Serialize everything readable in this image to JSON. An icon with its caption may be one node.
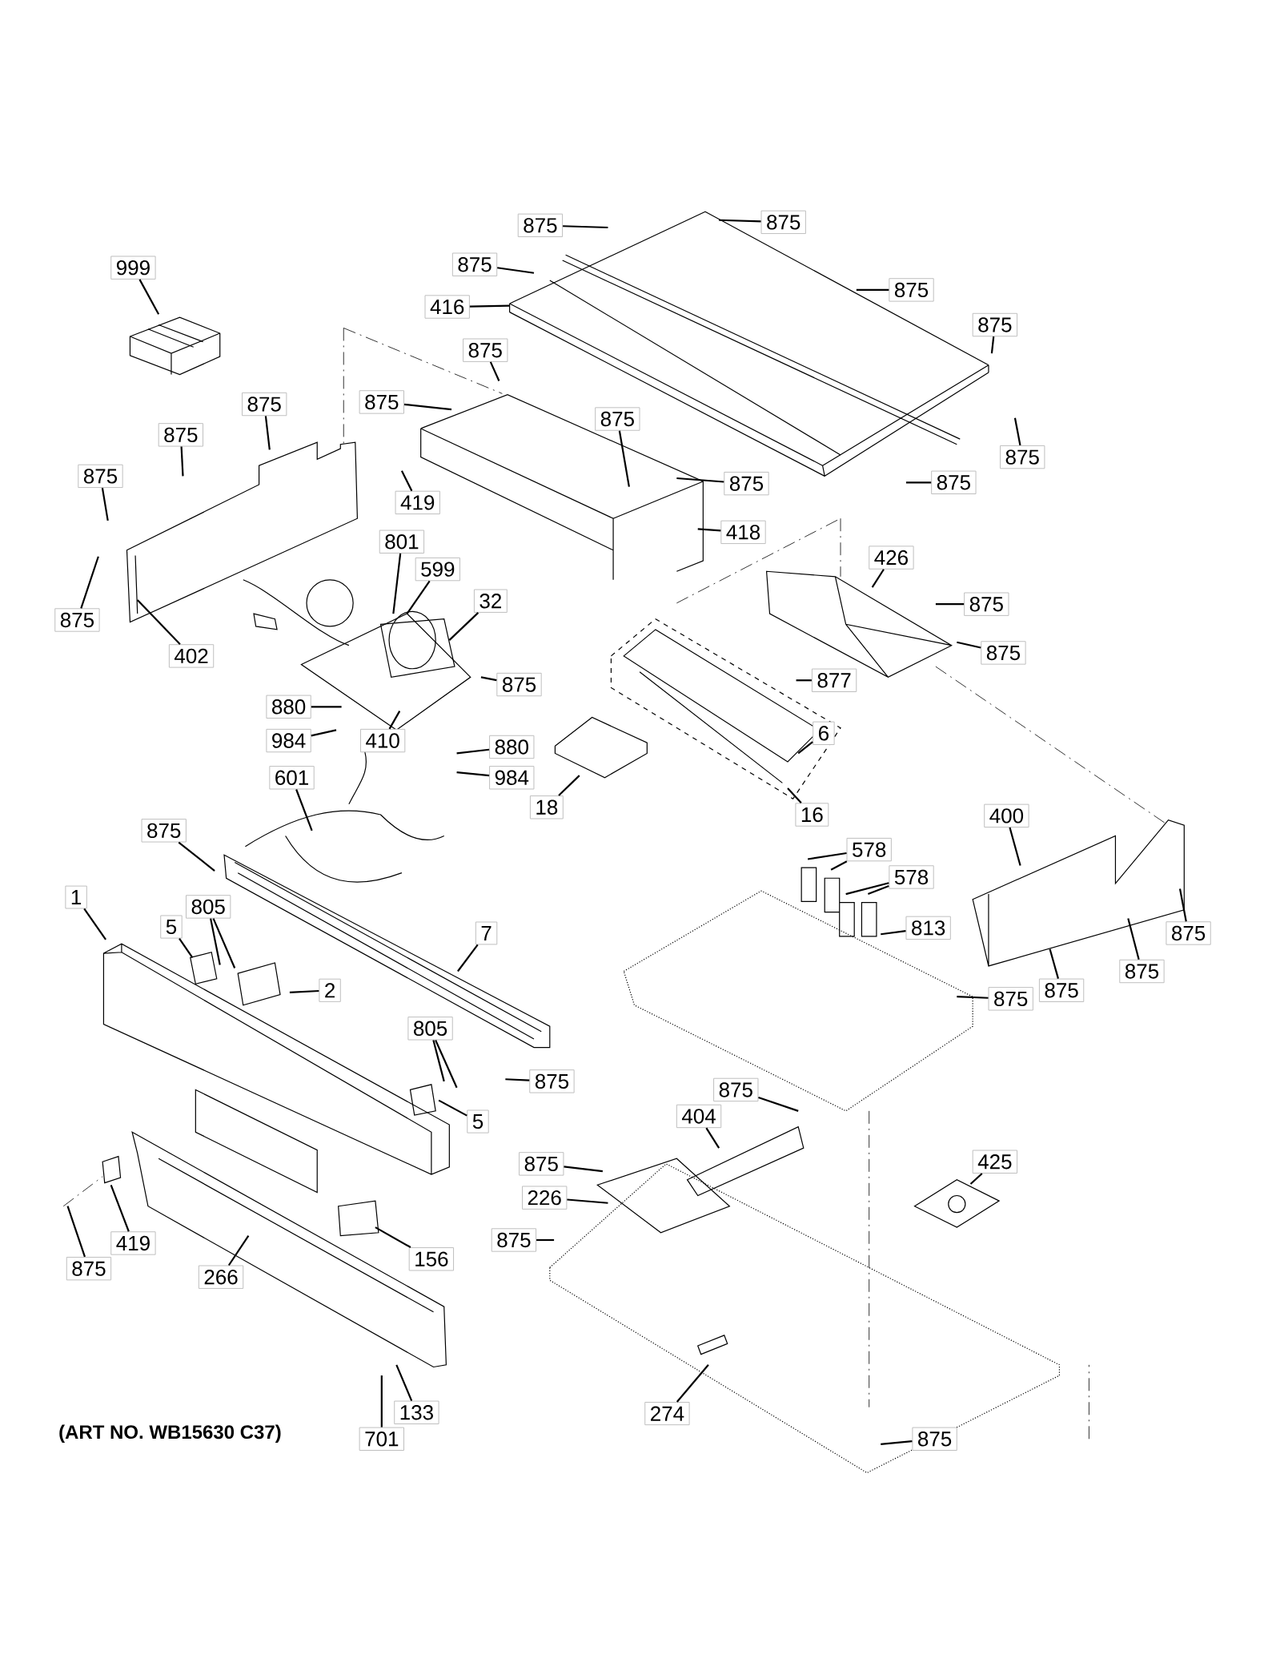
{
  "diagram": {
    "nodes": [
      {
        "text": [
          "999"
        ]
      },
      {
        "text": [
          "875"
        ]
      },
      {
        "text": [
          "875"
        ]
      },
      {
        "text": [
          "416"
        ]
      },
      {
        "text": [
          "875"
        ]
      },
      {
        "text": [
          "875"
        ]
      },
      {
        "text": [
          "875"
        ]
      },
      {
        "text": [
          "875"
        ]
      },
      {
        "text": [
          "875"
        ]
      },
      {
        "text": [
          "875"
        ]
      },
      {
        "text": [
          "875"
        ]
      },
      {
        "text": [
          "875"
        ]
      },
      {
        "text": [
          "875"
        ]
      },
      {
        "text": [
          "875"
        ]
      },
      {
        "text": [
          "419"
        ]
      },
      {
        "text": [
          "875"
        ]
      },
      {
        "text": [
          "875"
        ]
      },
      {
        "text": [
          "418"
        ]
      },
      {
        "text": [
          "801"
        ]
      },
      {
        "text": [
          "599"
        ]
      },
      {
        "text": [
          "32"
        ]
      },
      {
        "text": [
          "426"
        ]
      },
      {
        "text": [
          "875"
        ]
      },
      {
        "text": [
          "875"
        ]
      },
      {
        "text": [
          "875"
        ]
      },
      {
        "text": [
          "402"
        ]
      },
      {
        "text": [
          "877"
        ]
      },
      {
        "text": [
          "875"
        ]
      },
      {
        "text": [
          "6"
        ]
      },
      {
        "text": [
          "880"
        ]
      },
      {
        "text": [
          "984"
        ]
      },
      {
        "text": [
          "410"
        ]
      },
      {
        "text": [
          "880"
        ]
      },
      {
        "text": [
          "984"
        ]
      },
      {
        "text": [
          "601"
        ]
      },
      {
        "text": [
          "18"
        ]
      },
      {
        "text": [
          "16"
        ]
      },
      {
        "text": [
          "875"
        ]
      },
      {
        "text": [
          "400"
        ]
      },
      {
        "text": [
          "578"
        ]
      },
      {
        "text": [
          "578"
        ]
      },
      {
        "text": [
          "875"
        ]
      },
      {
        "text": [
          "813"
        ]
      },
      {
        "text": [
          "1"
        ]
      },
      {
        "text": [
          "5"
        ]
      },
      {
        "text": [
          "805"
        ]
      },
      {
        "text": [
          "7"
        ]
      },
      {
        "text": [
          "2"
        ]
      },
      {
        "text": [
          "875"
        ]
      },
      {
        "text": [
          "875"
        ]
      },
      {
        "text": [
          "875"
        ]
      },
      {
        "text": [
          "805"
        ]
      },
      {
        "text": [
          "875"
        ]
      },
      {
        "text": [
          "5"
        ]
      },
      {
        "text": [
          "875"
        ]
      },
      {
        "text": [
          "404"
        ]
      },
      {
        "text": [
          "425"
        ]
      },
      {
        "text": [
          "875"
        ]
      },
      {
        "text": [
          "226"
        ]
      },
      {
        "text": [
          "875"
        ]
      },
      {
        "text": [
          "419"
        ]
      },
      {
        "text": [
          "156"
        ]
      },
      {
        "text": [
          "875"
        ]
      },
      {
        "text": [
          "266"
        ]
      },
      {
        "text": [
          "274"
        ]
      },
      {
        "text": [
          "701"
        ]
      },
      {
        "text": [
          "133"
        ]
      },
      {
        "text": [
          "875"
        ]
      }
    ],
    "edges": [
      {
        "from": 0,
        "to": null,
        "arrow": "none"
      },
      {
        "from": 1,
        "to": null,
        "arrow": "none"
      },
      {
        "from": 2,
        "to": null,
        "arrow": "none"
      },
      {
        "from": 3,
        "to": null,
        "arrow": "none"
      },
      {
        "from": 4,
        "to": null,
        "arrow": "none"
      },
      {
        "from": 5,
        "to": null,
        "arrow": "none"
      },
      {
        "from": 6,
        "to": null,
        "arrow": "none"
      },
      {
        "from": 7,
        "to": null,
        "arrow": "none"
      },
      {
        "from": 8,
        "to": null,
        "arrow": "none"
      },
      {
        "from": 9,
        "to": null,
        "arrow": "none"
      },
      {
        "from": 10,
        "to": null,
        "arrow": "none"
      },
      {
        "from": 11,
        "to": null,
        "arrow": "none"
      },
      {
        "from": 12,
        "to": null,
        "arrow": "none"
      },
      {
        "from": 13,
        "to": null,
        "arrow": "none"
      },
      {
        "from": 14,
        "to": null,
        "arrow": "none"
      },
      {
        "from": 15,
        "to": null,
        "arrow": "none"
      },
      {
        "from": 16,
        "to": null,
        "arrow": "none"
      },
      {
        "from": 17,
        "to": null,
        "arrow": "none"
      },
      {
        "from": 18,
        "to": null,
        "arrow": "none"
      },
      {
        "from": 19,
        "to": null,
        "arrow": "none"
      },
      {
        "from": 20,
        "to": null,
        "arrow": "none"
      },
      {
        "from": 21,
        "to": null,
        "arrow": "none"
      },
      {
        "from": 22,
        "to": null,
        "arrow": "none"
      },
      {
        "from": 23,
        "to": null,
        "arrow": "none"
      },
      {
        "from": 24,
        "to": null,
        "arrow": "none"
      },
      {
        "from": 25,
        "to": null,
        "arrow": "none"
      },
      {
        "from": 26,
        "to": null,
        "arrow": "none"
      },
      {
        "from": 27,
        "to": null,
        "arrow": "none"
      },
      {
        "from": 28,
        "to": null,
        "arrow": "none"
      },
      {
        "from": 29,
        "to": null,
        "arrow": "none"
      },
      {
        "from": 30,
        "to": null,
        "arrow": "none"
      },
      {
        "from": 31,
        "to": null,
        "arrow": "none"
      },
      {
        "from": 32,
        "to": null,
        "arrow": "none"
      },
      {
        "from": 33,
        "to": null,
        "arrow": "none"
      },
      {
        "from": 34,
        "to": null,
        "arrow": "none"
      },
      {
        "from": 35,
        "to": null,
        "arrow": "none"
      },
      {
        "from": 36,
        "to": null,
        "arrow": "none"
      },
      {
        "from": 37,
        "to": null,
        "arrow": "none"
      },
      {
        "from": 38,
        "to": null,
        "arrow": "none"
      },
      {
        "from": 39,
        "to": null,
        "arrow": "none"
      },
      {
        "from": 39,
        "to": null,
        "arrow": "none"
      },
      {
        "from": 40,
        "to": null,
        "arrow": "none"
      },
      {
        "from": 40,
        "to": null,
        "arrow": "none"
      },
      {
        "from": 41,
        "to": null,
        "arrow": "none"
      },
      {
        "from": 42,
        "to": null,
        "arrow": "none"
      },
      {
        "from": 43,
        "to": null,
        "arrow": "none"
      },
      {
        "from": 44,
        "to": null,
        "arrow": "none"
      },
      {
        "from": 45,
        "to": null,
        "arrow": "none"
      },
      {
        "from": 45,
        "to": null,
        "arrow": "none"
      },
      {
        "from": 46,
        "to": null,
        "arrow": "none"
      },
      {
        "from": 47,
        "to": null,
        "arrow": "none"
      },
      {
        "from": 48,
        "to": null,
        "arrow": "none"
      },
      {
        "from": 49,
        "to": null,
        "arrow": "none"
      },
      {
        "from": 50,
        "to": null,
        "arrow": "none"
      },
      {
        "from": 51,
        "to": null,
        "arrow": "none"
      },
      {
        "from": 51,
        "to": null,
        "arrow": "none"
      },
      {
        "from": 52,
        "to": null,
        "arrow": "none"
      },
      {
        "from": 53,
        "to": null,
        "arrow": "none"
      },
      {
        "from": 54,
        "to": null,
        "arrow": "none"
      },
      {
        "from": 55,
        "to": null,
        "arrow": "none"
      },
      {
        "from": 56,
        "to": null,
        "arrow": "none"
      },
      {
        "from": 57,
        "to": null,
        "arrow": "none"
      },
      {
        "from": 58,
        "to": null,
        "arrow": "none"
      },
      {
        "from": 59,
        "to": null,
        "arrow": "none"
      },
      {
        "from": 60,
        "to": null,
        "arrow": "none"
      },
      {
        "from": 61,
        "to": null,
        "arrow": "none"
      },
      {
        "from": 62,
        "to": null,
        "arrow": "none"
      },
      {
        "from": 63,
        "to": null,
        "arrow": "none"
      },
      {
        "from": 64,
        "to": null,
        "arrow": "none"
      },
      {
        "from": 65,
        "to": null,
        "arrow": "none"
      },
      {
        "from": 66,
        "to": null,
        "arrow": "none"
      },
      {
        "from": 67,
        "to": null,
        "arrow": "none"
      }
    ],
    "labels": [
      "(ART NO. WB15630 C37)"
    ]
  }
}
